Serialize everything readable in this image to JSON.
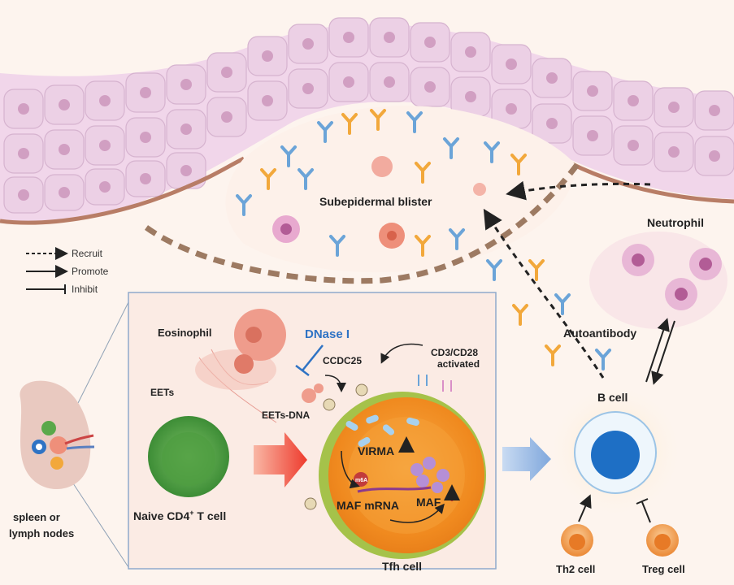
{
  "labels": {
    "subepidermal_blister": "Subepidermal blister",
    "neutrophil": "Neutrophil",
    "autoantibody": "Autoantibody",
    "b_cell": "B cell",
    "th2_cell": "Th2 cell",
    "treg_cell": "Treg cell",
    "eosinophil": "Eosinophil",
    "eets": "EETs",
    "eets_dna": "EETs-DNA",
    "dnase": "DNase I",
    "ccdc25": "CCDC25",
    "cd3_cd28_line1": "CD3/CD28",
    "cd3_cd28_line2": "activated",
    "virma": "VIRMA",
    "m6a": "m6A",
    "maf_mrna": "MAF mRNA",
    "maf": "MAF",
    "tfh_cell": "Tfh cell",
    "naive_cd4_prefix": "Naive CD4",
    "naive_cd4_sup": "+",
    "naive_cd4_suffix": " T cell",
    "spleen_line1": "spleen or",
    "spleen_line2": "lymph nodes"
  },
  "legend": {
    "recruit": "Recruit",
    "promote": "Promote",
    "inhibit": "Inhibit"
  },
  "colors": {
    "skin_cell": "#edcfe6",
    "skin_nucleus": "#c78bb4",
    "antibody_blue": "#6ba4d8",
    "antibody_orange": "#f2a83b",
    "dnase": "#2f73c4",
    "tfh_core": "#f28a1e",
    "naive": "#5aa84a",
    "b_cell": "#1e6fc5",
    "arrow_red": "#ee4a37"
  }
}
